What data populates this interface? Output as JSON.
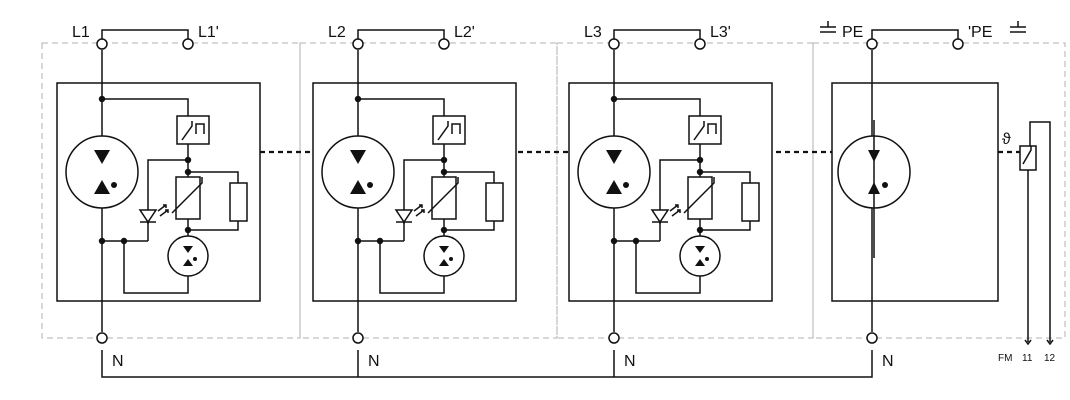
{
  "modules": [
    {
      "in": "L1",
      "out": "L1'",
      "n": "N"
    },
    {
      "in": "L2",
      "out": "L2'",
      "n": "N"
    },
    {
      "in": "L3",
      "out": "L3'",
      "n": "N"
    },
    {
      "in": "PE",
      "out": "'PE",
      "n": "N"
    }
  ],
  "fm": {
    "label": "FM",
    "pin_a": "11",
    "pin_b": "12",
    "thermal_symbol": "ϑ"
  }
}
